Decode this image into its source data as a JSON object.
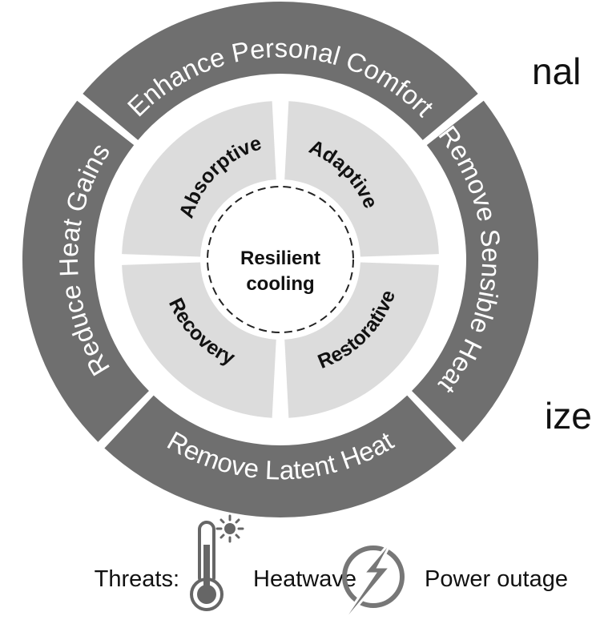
{
  "slide_fragments": {
    "top": "nal",
    "bottom": "ize"
  },
  "diagram": {
    "center": [
      "Resilient",
      "cooling"
    ],
    "inner": {
      "absorptive": "Absorptive",
      "adaptive": "Adaptive",
      "restorative": "Restorative",
      "recovery": "Recovery"
    },
    "outer": {
      "top": "Enhance Personal Comfort",
      "right": "Remove Sensible Heat",
      "bottom": "Remove Latent Heat",
      "left": "Reduce Heat Gains"
    }
  },
  "legend": {
    "label": "Threats:",
    "items": [
      {
        "label": "Heatwave",
        "icon": "thermometer-sun-icon"
      },
      {
        "label": "Power outage",
        "icon": "lightning-bolt-icon"
      }
    ]
  },
  "colors": {
    "outer_ring": "#6f6f6f",
    "inner_ring": "#dcdcdc",
    "text": "#111111",
    "background": "#ffffff"
  }
}
